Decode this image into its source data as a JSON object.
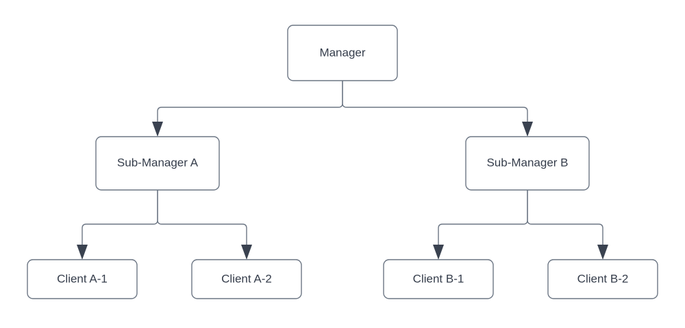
{
  "diagram": {
    "type": "hierarchy-tree",
    "title": "",
    "background_color": "#ffffff",
    "box_border_color": "#6c7684",
    "box_fill_color": "#ffffff",
    "text_color": "#353d4b",
    "connector_color": "#6c7684",
    "arrow_color": "#3a4250",
    "levels": [
      {
        "level": 1,
        "nodes": [
          {
            "id": "manager",
            "label": "Manager"
          }
        ]
      },
      {
        "level": 2,
        "nodes": [
          {
            "id": "sub-manager-a",
            "label": "Sub-Manager A"
          },
          {
            "id": "sub-manager-b",
            "label": "Sub-Manager B"
          }
        ]
      },
      {
        "level": 3,
        "nodes": [
          {
            "id": "client-a-1",
            "label": "Client A-1"
          },
          {
            "id": "client-a-2",
            "label": "Client A-2"
          },
          {
            "id": "client-b-1",
            "label": "Client B-1"
          },
          {
            "id": "client-b-2",
            "label": "Client B-2"
          }
        ]
      }
    ],
    "edges": [
      {
        "from": "manager",
        "to": "sub-manager-a"
      },
      {
        "from": "manager",
        "to": "sub-manager-b"
      },
      {
        "from": "sub-manager-a",
        "to": "client-a-1"
      },
      {
        "from": "sub-manager-a",
        "to": "client-a-2"
      },
      {
        "from": "sub-manager-b",
        "to": "client-b-1"
      },
      {
        "from": "sub-manager-b",
        "to": "client-b-2"
      }
    ],
    "nodes": {
      "manager": {
        "label": "Manager"
      },
      "sub_manager_a": {
        "label": "Sub-Manager A"
      },
      "sub_manager_b": {
        "label": "Sub-Manager B"
      },
      "client_a_1": {
        "label": "Client A-1"
      },
      "client_a_2": {
        "label": "Client A-2"
      },
      "client_b_1": {
        "label": "Client B-1"
      },
      "client_b_2": {
        "label": "Client B-2"
      }
    }
  }
}
